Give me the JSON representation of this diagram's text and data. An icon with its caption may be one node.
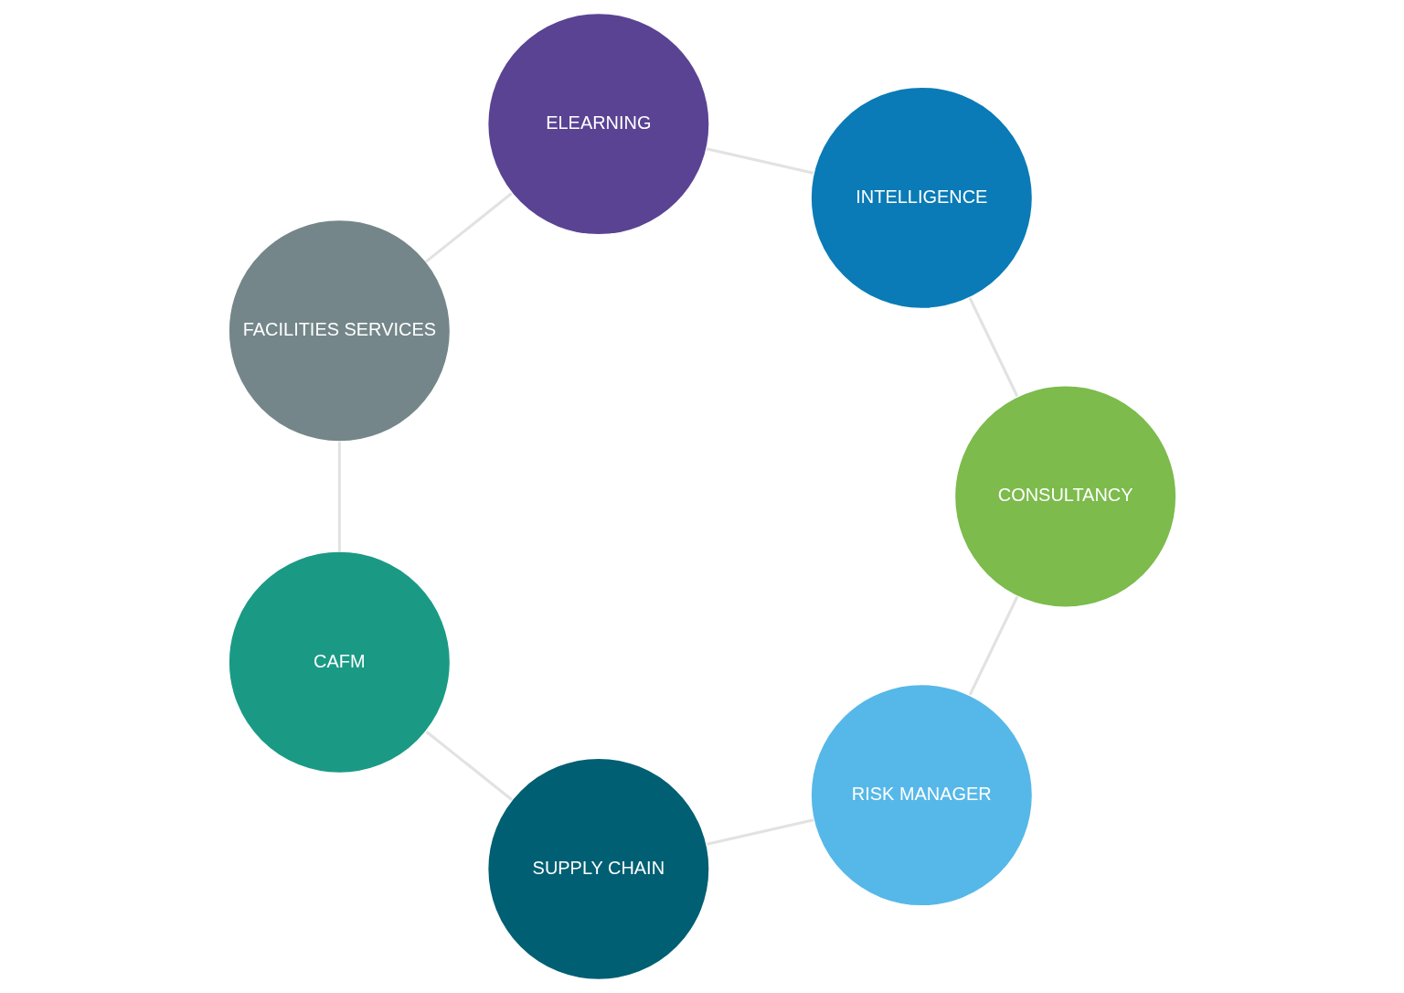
{
  "diagram": {
    "nodes": [
      {
        "text": [
          "RISK MANAGER"
        ]
      },
      {
        "text": [
          "CONSULTANCY"
        ]
      },
      {
        "text": [
          "SUPPLY CHAIN"
        ]
      },
      {
        "text": [
          "INTELLIGENCE"
        ]
      },
      {
        "text": [
          "CAFM"
        ]
      },
      {
        "text": [
          "ELEARNING"
        ]
      },
      {
        "text": [
          "FACILITIES SERVICES"
        ]
      }
    ],
    "edges": [
      {
        "from": 0,
        "to": 2,
        "arrow": "none"
      },
      {
        "from": 2,
        "to": 4,
        "arrow": "none"
      },
      {
        "from": 4,
        "to": 6,
        "arrow": "none"
      },
      {
        "from": 6,
        "to": 5,
        "arrow": "none"
      },
      {
        "from": 5,
        "to": 3,
        "arrow": "none"
      },
      {
        "from": 3,
        "to": 1,
        "arrow": "none"
      },
      {
        "from": 1,
        "to": 0,
        "arrow": "none"
      }
    ]
  }
}
